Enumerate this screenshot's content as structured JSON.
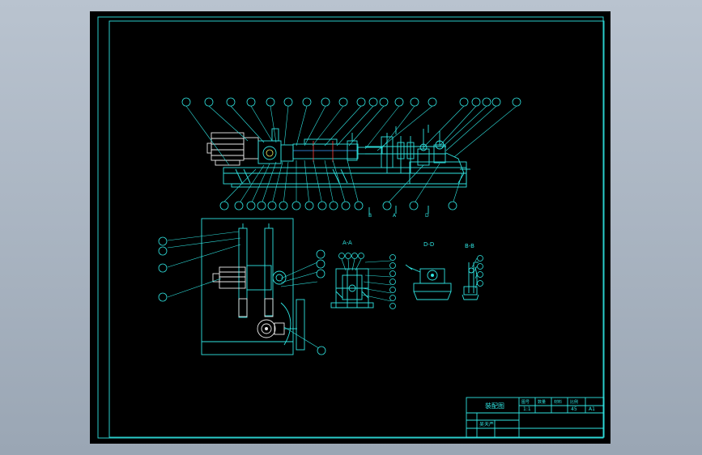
{
  "views": {
    "section_a": "A-A",
    "section_d": "D-D",
    "section_b": "B-B"
  },
  "section_markers": [
    "B",
    "A",
    "D"
  ],
  "title_block": {
    "title": "装配图",
    "material": "45",
    "scale": "1:1",
    "sheet_size": "A1",
    "designer": "吴天严",
    "head_cells": [
      "图号",
      "数量",
      "材料",
      "比例"
    ]
  },
  "colors": {
    "cad_cyan": "#2fe3e0",
    "cad_white": "#e9e9e9",
    "sheet_background": "#000000"
  }
}
